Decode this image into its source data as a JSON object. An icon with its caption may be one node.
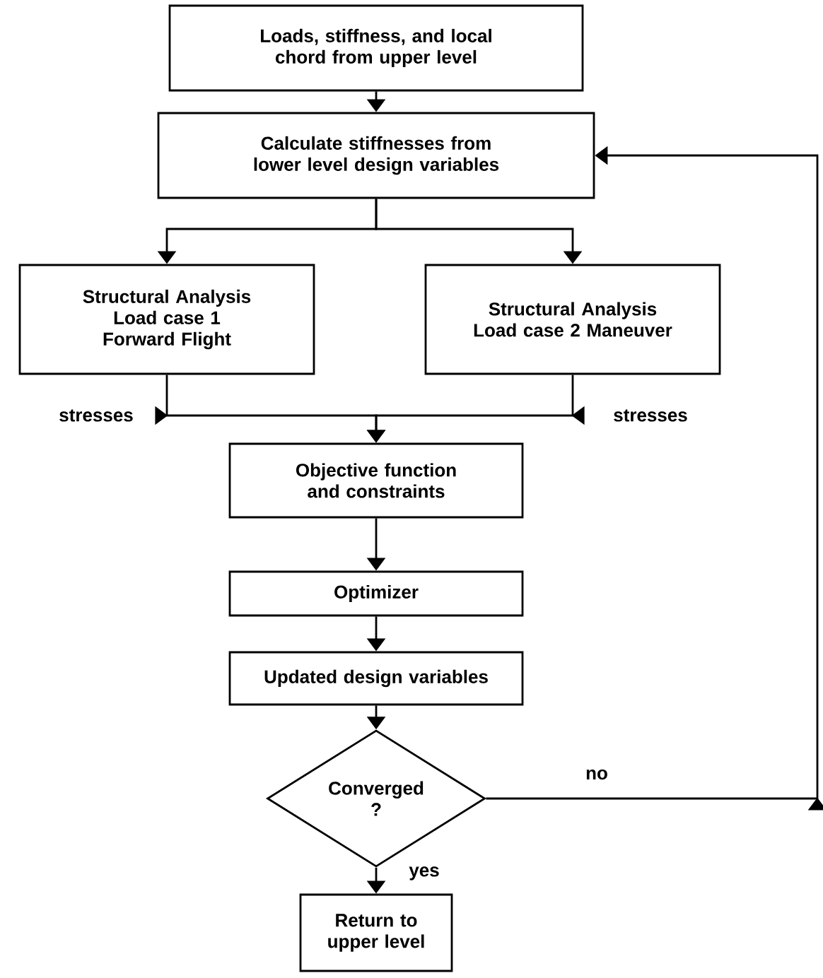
{
  "diagram": {
    "nodes": [
      {
        "text": [
          "Loads, stiffness, and local chord from upper level"
        ]
      },
      {
        "text": [
          "Calculate stiffnesses from lower level design variables"
        ]
      },
      {
        "text": [
          "Structural Analysis Load case 1 Forward Flight"
        ]
      },
      {
        "text": [
          "Structural Analysis Load case 2 Maneuver"
        ]
      },
      {
        "text": [
          "Objective function and constraints"
        ]
      },
      {
        "text": [
          "Optimizer"
        ]
      },
      {
        "text": [
          "Updated design variables"
        ]
      },
      {
        "text": [
          "Converged ?"
        ]
      },
      {
        "text": [
          "Return to upper level"
        ]
      }
    ],
    "edges": [
      {
        "from": 0,
        "to": 1,
        "arrow": "to"
      },
      {
        "from": 1,
        "to": 2,
        "arrow": "to"
      },
      {
        "from": 1,
        "to": 3,
        "arrow": "to"
      },
      {
        "from": 2,
        "to": 4,
        "arrow": "to",
        "label": "stresses"
      },
      {
        "from": 3,
        "to": 4,
        "arrow": "to",
        "label": "stresses"
      },
      {
        "from": 4,
        "to": 5,
        "arrow": "to"
      },
      {
        "from": 5,
        "to": 6,
        "arrow": "to"
      },
      {
        "from": 6,
        "to": 7,
        "arrow": "to"
      },
      {
        "from": 7,
        "to": 1,
        "arrow": "to",
        "label": "no"
      },
      {
        "from": 7,
        "to": 8,
        "arrow": "to",
        "label": "yes"
      }
    ]
  }
}
